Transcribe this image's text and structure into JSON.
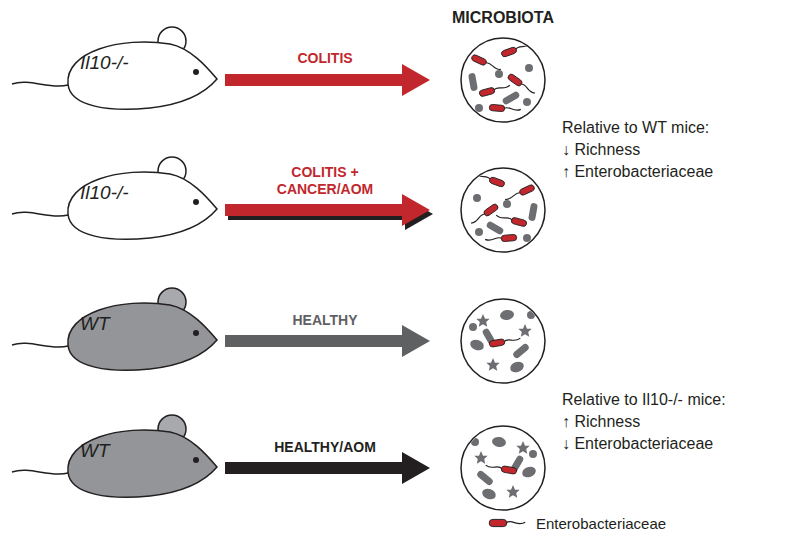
{
  "diagram": {
    "nodes": [
      {
        "text": [
          "Il10-/-"
        ]
      },
      {
        "text": [
          "Il10-/-"
        ]
      },
      {
        "text": [
          "WT"
        ]
      },
      {
        "text": [
          "WT"
        ]
      }
    ],
    "labels": [
      "MICROBIOTA",
      "COLITIS",
      "COLITIS + CANCER/AOM",
      "HEALTHY",
      "HEALTHY/AOM",
      "Relative to WT mice:",
      "↓ Richness",
      "↑ Enterobacteriaceae",
      "Relative to Il10-/- mice:",
      "↑ Richness",
      "↓ Enterobacteriaceae"
    ],
    "legend": [
      {
        "text": "Enterobacteriaceae"
      }
    ]
  }
}
